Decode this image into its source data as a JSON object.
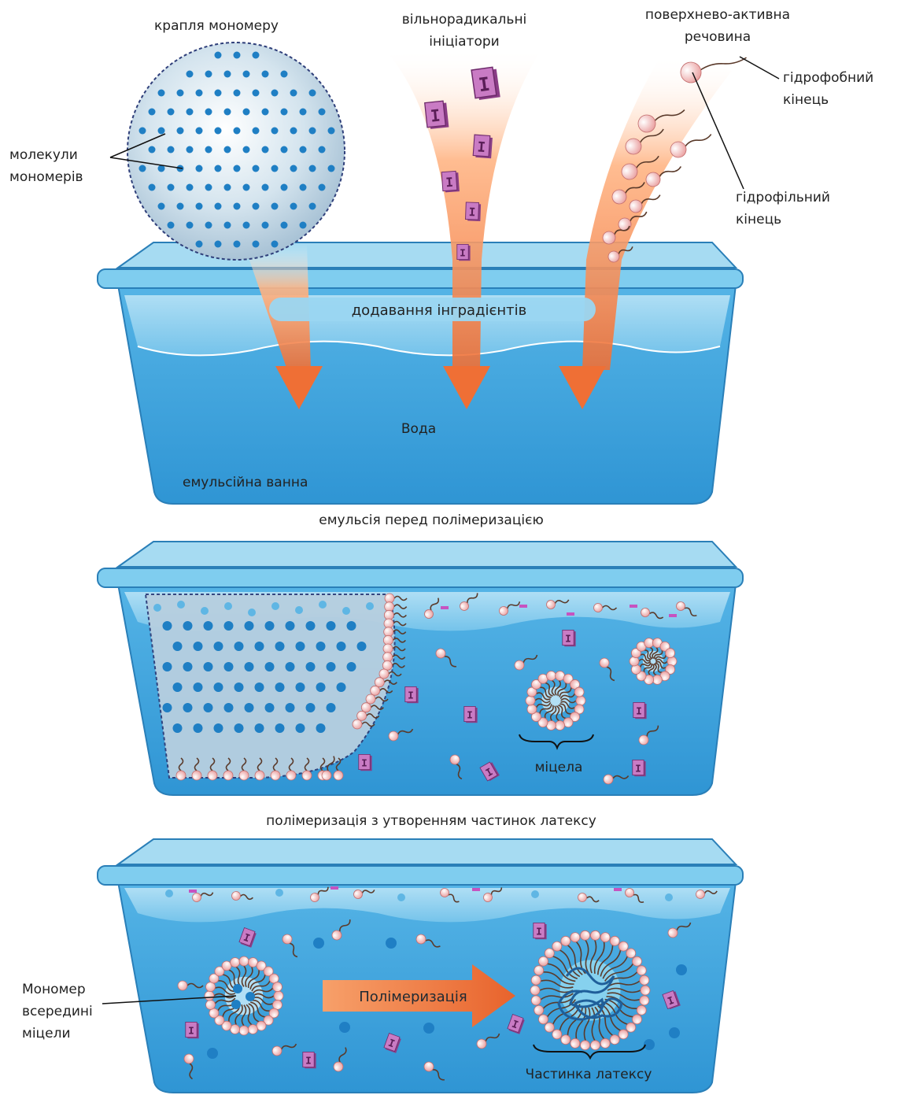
{
  "labels": {
    "monomer_droplet": "крапля мономеру",
    "initiators_line1": "вільнорадикальні",
    "initiators_line2": "ініціатори",
    "surfactant_line1": "поверхнево-активна",
    "surfactant_line2": "речовина",
    "hydrophobic_line1": "гідрофобний",
    "hydrophobic_line2": "кінець",
    "hydrophilic_line1": "гідрофільний",
    "hydrophilic_line2": "кінець",
    "monomer_molecules_line1": "молекули",
    "monomer_molecules_line2": "мономерів",
    "adding_ingredients": "додавання інградієнтів",
    "water": "Вода",
    "emulsion_bath": "емульсійна ванна",
    "stage1_caption": "емульсія перед полімеризацією",
    "micelle": "міцела",
    "stage2_caption": "полімеризація з утворенням частинок латексу",
    "monomer_inside_line1": "Мономер",
    "monomer_inside_line2": "всередині",
    "monomer_inside_line3": "міцели",
    "polymerization": "Полімеризація",
    "latex_particle": "Частинка латексу",
    "initiator_glyph": "I"
  },
  "colors": {
    "water": "#3ea3dc",
    "water_light": "#8fd0ef",
    "tank_rim": "#6cc4ea",
    "tank_edge": "#2a7fb8",
    "arrow": "#ef7a45",
    "initiator": "#c97bc4",
    "surfactant_head": "#f7c3c3",
    "monomer_dot": "#1f7fc4",
    "droplet_fill": "#c9dbe8",
    "text": "#222222"
  }
}
